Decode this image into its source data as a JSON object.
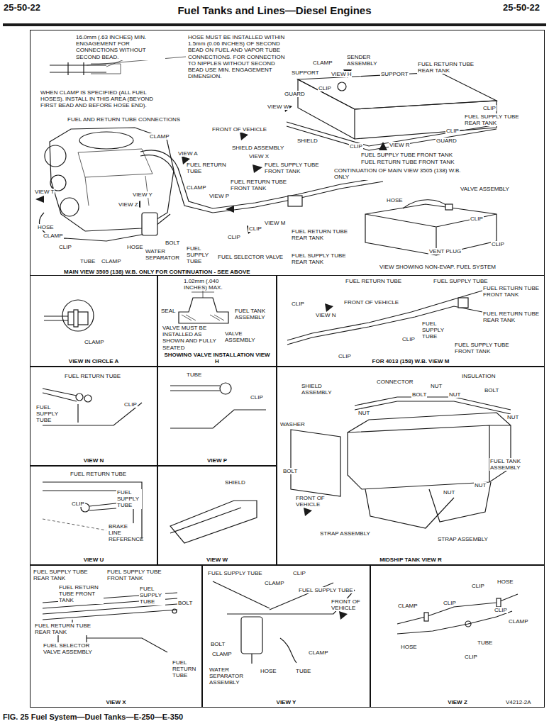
{
  "diagram": {
    "title": "Fuel Tanks and Lines—Diesel Engines",
    "caption": "FIG. 25 Fuel System—Duel Tanks—E-250—E-350",
    "nodes": [
      {
        "text": [
          "MAIN VIEW 3505 (138) W.B. ONLY FOR CONTINUATION - SEE ABOVE"
        ]
      },
      {
        "text": [
          "VIEW IN CIRCLE A"
        ],
        "in": 0
      },
      {
        "text": [
          "SHOWING VALVE INSTALLATION VIEW H"
        ],
        "in": 0
      },
      {
        "text": [
          "FOR 4013 (158) W.B. VIEW M"
        ],
        "in": 0
      },
      {
        "text": [
          "VIEW N"
        ],
        "in": 0
      },
      {
        "text": [
          "VIEW P"
        ],
        "in": 0
      },
      {
        "text": [
          "MIDSHIP TANK VIEW R"
        ],
        "in": 0
      },
      {
        "text": [
          "VIEW U"
        ],
        "in": 0
      },
      {
        "text": [
          "VIEW W"
        ],
        "in": 0
      },
      {
        "text": [
          "VIEW X"
        ],
        "in": 0
      },
      {
        "text": [
          "VIEW Y"
        ],
        "in": 0
      },
      {
        "text": [
          "VIEW Z"
        ],
        "in": 0
      }
    ],
    "labels": [
      "25-50-22",
      "25-50-22",
      "V4212-2A",
      "16.0mm (.63 INCHES) MIN. ENGAGEMENT FOR CONNECTIONS WITHOUT SECOND BEAD.",
      "HOSE MUST BE INSTALLED WITHIN 1.5mm (0.06 INCHES) OF SECOND BEAD ON FUEL AND VAPOR TUBE CONNECTIONS. FOR CONNECTION TO NIPPLES WITHOUT SECOND BEAD USE MIN. ENGAGEMENT DIMENSION.",
      "WHEN CLAMP IS SPECIFIED (ALL FUEL HOSES). INSTALL IN THIS AREA (BEYOND FIRST BEAD AND BEFORE HOSE END).",
      "FUEL AND RETURN TUBE CONNECTIONS",
      "FRONT OF VEHICLE",
      "CLAMP",
      "VIEW A",
      "SHIELD ASSEMBLY",
      "VIEW X",
      "FUEL RETURN TUBE",
      "FUEL SUPPLY TUBE FRONT TANK",
      "FUEL RETURN TUBE FRONT TANK",
      "CLAMP",
      "VIEW P",
      "VIEW T",
      "VIEW Y",
      "VIEW Z",
      "HOSE",
      "CLAMP",
      "CLIP",
      "TUBE",
      "CLAMP",
      "HOSE",
      "WATER SEPARATOR",
      "BOLT",
      "FUEL SUPPLY TUBE",
      "CLIP",
      "CLIP",
      "VIEW M",
      "FUEL SELECTOR VALVE",
      "FUEL RETURN TUBE REAR TANK",
      "FUEL SUPPLY TUBE REAR TANK",
      "CLAMP",
      "SENDER ASSEMBLY",
      "SUPPORT",
      "VIEW H",
      "SUPPORT",
      "FUEL RETURN TUBE REAR TANK",
      "CLIP",
      "GUARD",
      "VIEW W",
      "CLIP",
      "FUEL SUPPLY TUBE REAR TANK",
      "SHIELD",
      "CLIP",
      "CLIP",
      "GUARD",
      "VIEW R",
      "FUEL SUPPLY TUBE FRONT TANK",
      "FUEL RETURN TUBE FRONT TANK",
      "CONTINUATION OF MAIN VIEW 3505 (138) W.B. ONLY",
      "VALVE ASSEMBLY",
      "HOSE",
      "CLIP",
      "CLIP",
      "VENT PLUG",
      "VIEW SHOWING NON-EVAP. FUEL SYSTEM",
      "CLAMP",
      "1.02mm (.040 INCHES) MAX.",
      "SEAL",
      "FUEL TANK ASSEMBLY",
      "VALVE MUST BE INSTALLED AS SHOWN AND FULLY SEATED",
      "VALVE ASSEMBLY",
      "FUEL RETURN TUBE",
      "FUEL SUPPLY TUBE",
      "FUEL RETURN TUBE FRONT TANK",
      "CLIP",
      "FRONT OF VEHICLE",
      "FUEL RETURN TUBE REAR TANK",
      "VIEW N",
      "FUEL SUPPLY TUBE",
      "CLIP",
      "CLIP",
      "FUEL SUPPLY TUBE FRONT TANK",
      "FUEL RETURN TUBE",
      "CLIP",
      "FUEL SUPPLY TUBE",
      "TUBE",
      "CLIP",
      "SHIELD ASSEMBLY",
      "CONNECTOR",
      "NUT",
      "INSULATION",
      "BOLT",
      "NUT",
      "BOLT",
      "NUT",
      "NUT",
      "WASHER",
      "FUEL TANK ASSEMBLY",
      "BOLT",
      "NUT",
      "NUT",
      "FRONT OF VEHICLE",
      "STRAP ASSEMBLY",
      "STRAP ASSEMBLY",
      "FUEL RETURN TUBE",
      "FUEL SUPPLY TUBE",
      "CLIP",
      "BRAKE LINE REFERENCE",
      "SHIELD",
      "FUEL SUPPLY TUBE REAR TANK",
      "FUEL SUPPLY TUBE FRONT TANK",
      "FUEL RETURN TUBE FRONT TANK",
      "FUEL SUPPLY TUBE",
      "BOLT",
      "FUEL RETURN TUBE REAR TANK",
      "FUEL SELECTOR VALVE ASSEMBLY",
      "FUEL RETURN TUBE",
      "FUEL SUPPLY TUBE",
      "CLIP",
      "CLAMP",
      "FUEL SUPPLY TUBE",
      "FRONT OF VEHICLE",
      "BOLT",
      "CLAMP",
      "CLAMP",
      "WATER SEPARATOR ASSEMBLY",
      "HOSE",
      "TUBE",
      "CLIP",
      "HOSE",
      "CLAMP",
      "CLIP",
      "CLIP",
      "CLAMP",
      "HOSE",
      "TUBE",
      "CLIP"
    ]
  }
}
